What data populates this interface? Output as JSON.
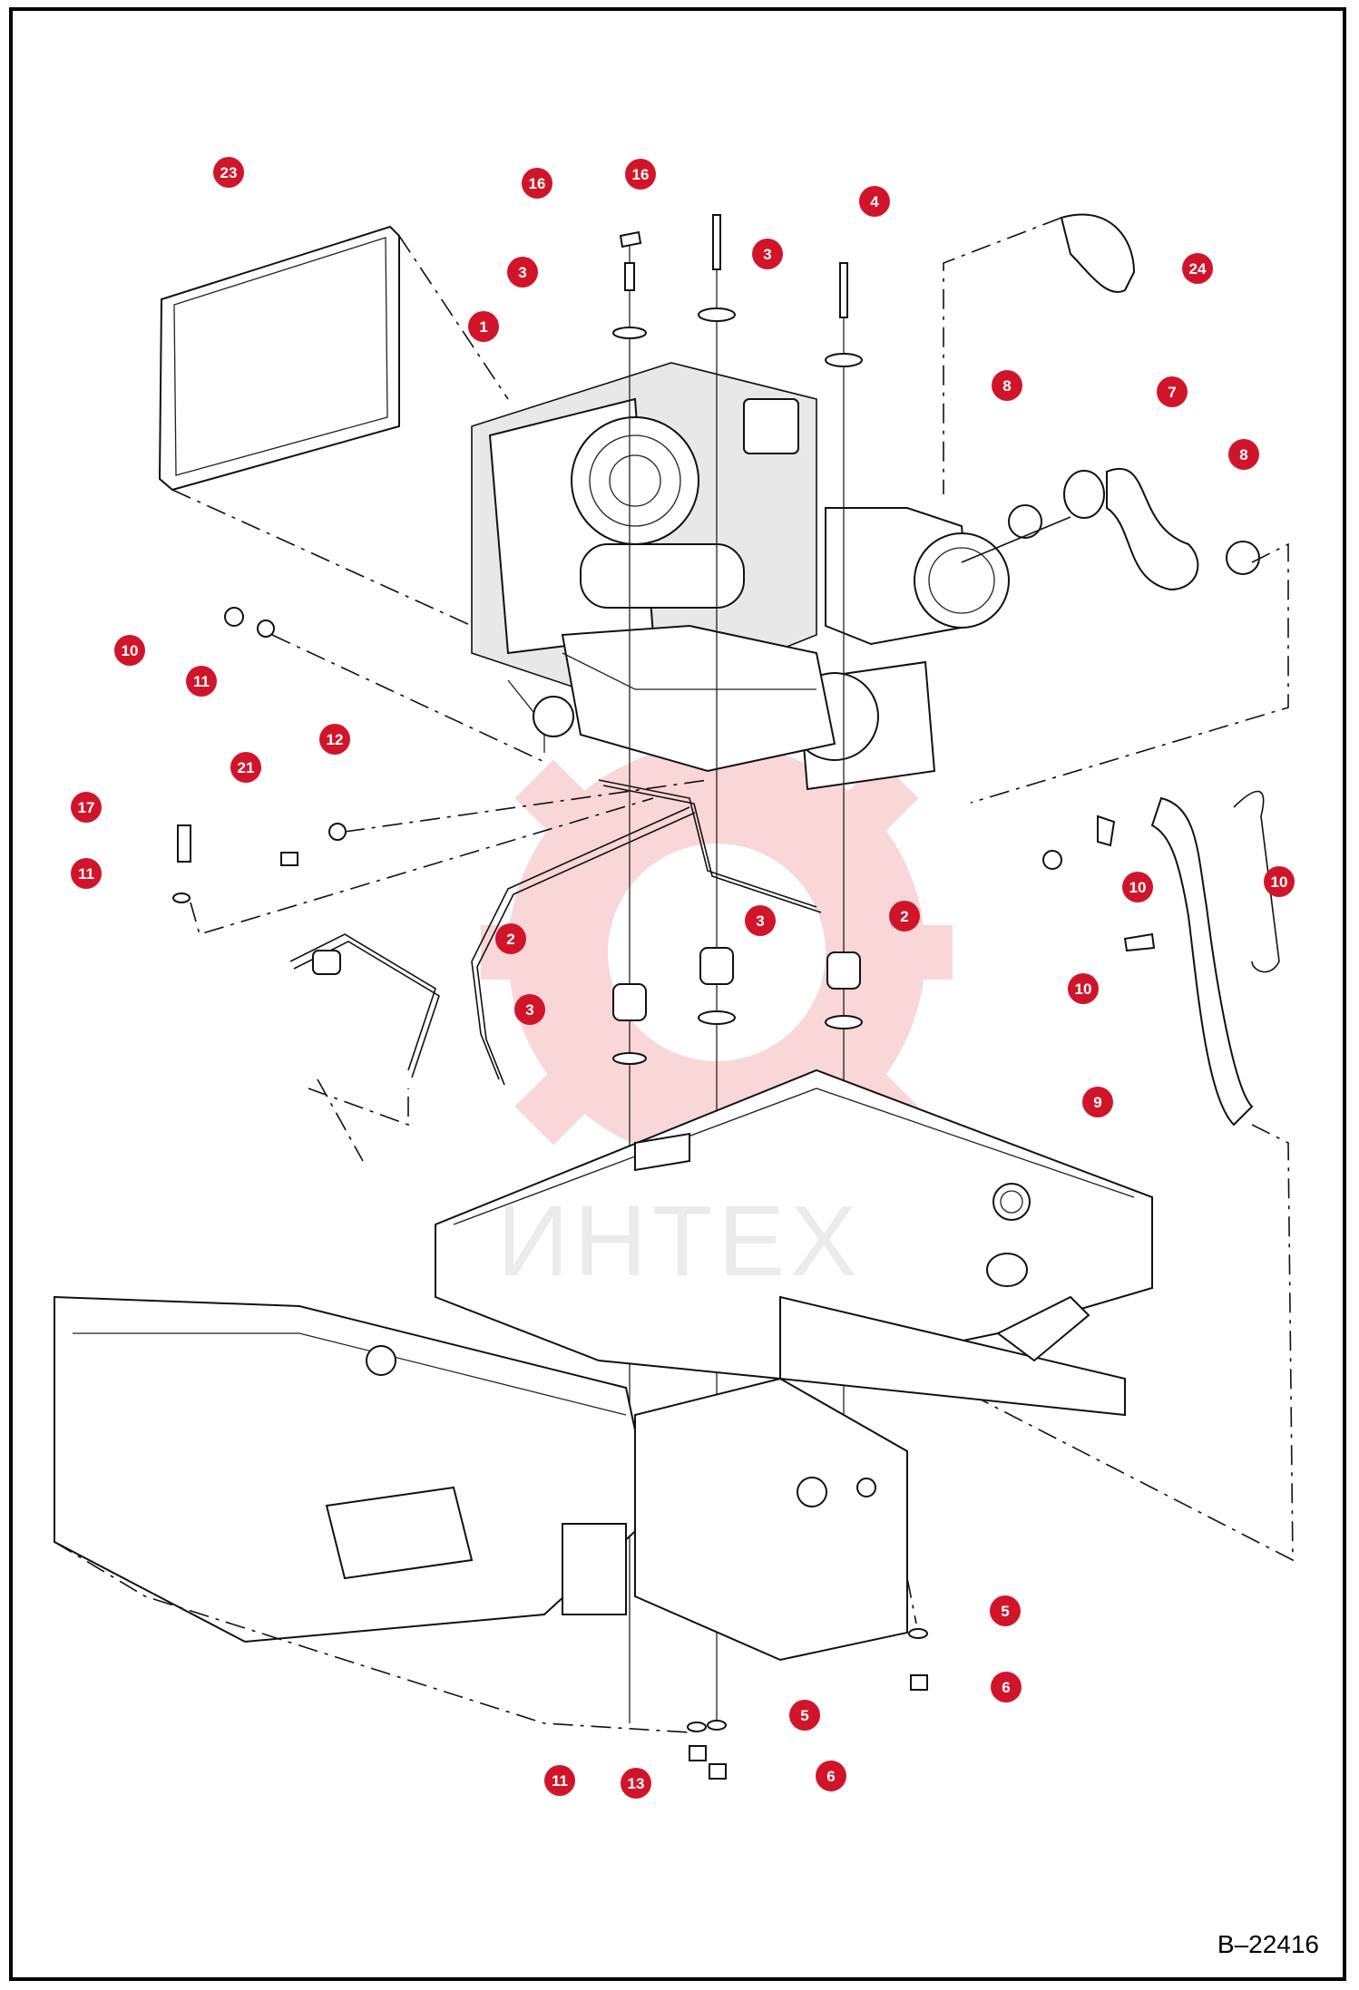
{
  "drawing_number": "B–22416",
  "watermark_text": "ИНТЕХ",
  "accent_color": "#d0152b",
  "callouts": [
    {
      "label": "23"
    },
    {
      "label": "16"
    },
    {
      "label": "16"
    },
    {
      "label": "4"
    },
    {
      "label": "3"
    },
    {
      "label": "3"
    },
    {
      "label": "24"
    },
    {
      "label": "1"
    },
    {
      "label": "8"
    },
    {
      "label": "7"
    },
    {
      "label": "8"
    },
    {
      "label": "10"
    },
    {
      "label": "11"
    },
    {
      "label": "12"
    },
    {
      "label": "21"
    },
    {
      "label": "17"
    },
    {
      "label": "11"
    },
    {
      "label": "10"
    },
    {
      "label": "10"
    },
    {
      "label": "3"
    },
    {
      "label": "2"
    },
    {
      "label": "2"
    },
    {
      "label": "3"
    },
    {
      "label": "10"
    },
    {
      "label": "9"
    },
    {
      "label": "5"
    },
    {
      "label": "6"
    },
    {
      "label": "5"
    },
    {
      "label": "11"
    },
    {
      "label": "13"
    },
    {
      "label": "6"
    }
  ]
}
